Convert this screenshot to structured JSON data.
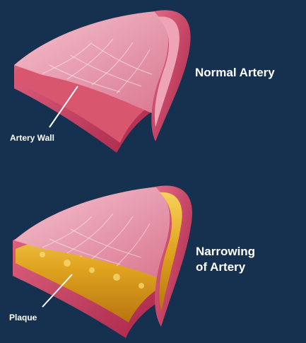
{
  "figure": {
    "normal_artery": {
      "title": "Normal Artery",
      "callout": "Artery Wall"
    },
    "narrowed_artery": {
      "title_line1": "Narrowing",
      "title_line2": "of Artery",
      "callout": "Plaque"
    }
  },
  "colors": {
    "background": "#16314f",
    "artery_outer": "#c9415f",
    "artery_inner": "#e69aac",
    "artery_lining": "#f3c6d0",
    "plaque": "#e0a825",
    "label_text": "#ffffff"
  }
}
